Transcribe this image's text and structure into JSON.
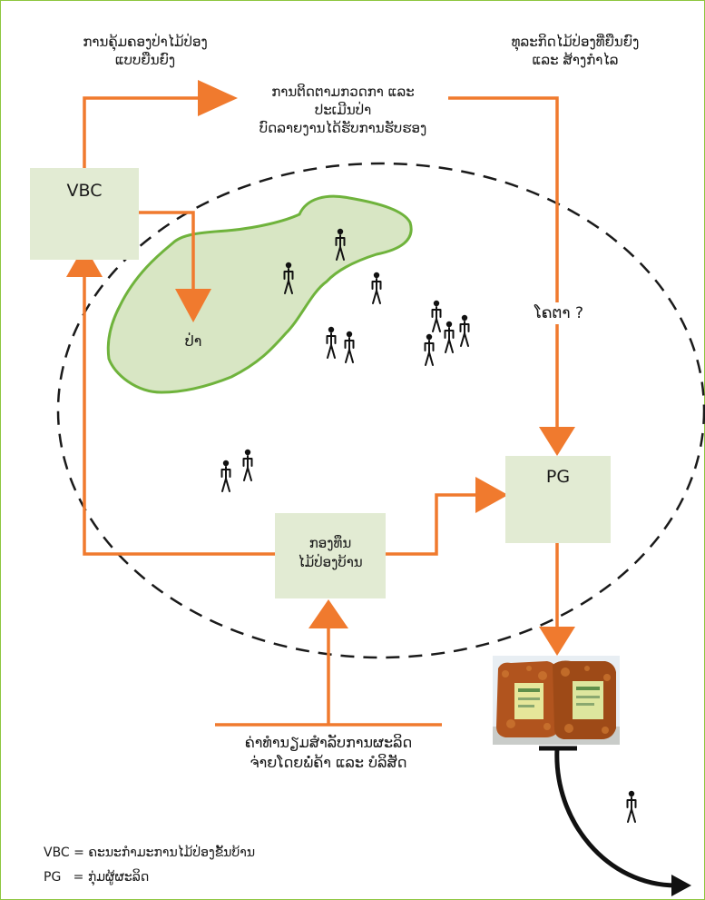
{
  "labels": {
    "sustainable_management": [
      "ການຄຸ້ມຄອງປ່າໄມ້ປ່ອງ",
      "ແບບຍືນຍົງ"
    ],
    "monitoring": [
      "ການຕິດຕາມກວດກາ ແລະ",
      "ປະເມີນປ່າ",
      "ບົດລາຍງານໄດ້ຮັບການຮັບຮອງ"
    ],
    "sustainable_business": [
      "ທຸລະກິດໄມ້ປ່ອງທີ່ຍືນຍົງ",
      "ແລະ ສ້າງກຳໄລ"
    ],
    "quota": "ໂຄຕາ ?",
    "forest": "ປ່າ",
    "fund": [
      "ກອງທຶນ",
      "ໄມ້ປ່ອງບ້ານ"
    ],
    "fee": [
      "ຄ່າທຳນຽມສຳລັບການຜະລິດ",
      "ຈ່າຍໂດຍພໍ່ຄ້າ ແລະ ບໍລິສັດ"
    ]
  },
  "boxes": {
    "vbc": "VBC",
    "pg": "PG"
  },
  "legend": {
    "vbc": "VBC = ຄະນະກຳມະການໄມ້ປ່ອງຂັ້ນບ້ານ",
    "pg": "PG   = ກຸ່ມຜູ້ຜະລິດ"
  },
  "colors": {
    "arrow": "#f07a2e",
    "box": "#e2ebd3",
    "forest_fill": "#d8e6c4",
    "forest_stroke": "#6fb33c",
    "frame": "#8dc63f"
  }
}
